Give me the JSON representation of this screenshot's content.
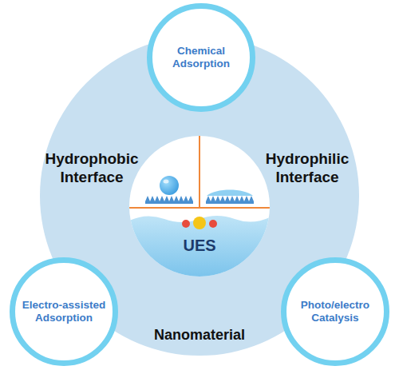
{
  "diagram": {
    "nodes": [
      {
        "text": [
          "Chemical Adsorption"
        ]
      },
      {
        "text": [
          "Hydrophobic Interface",
          "Hydrophilic Interface",
          "Nanomaterial"
        ]
      },
      {
        "text": [
          "UES"
        ],
        "in": 1
      },
      {
        "text": [
          "Electro-assisted Adsorption"
        ]
      },
      {
        "text": [
          "Photo/electro Catalysis"
        ]
      }
    ]
  }
}
